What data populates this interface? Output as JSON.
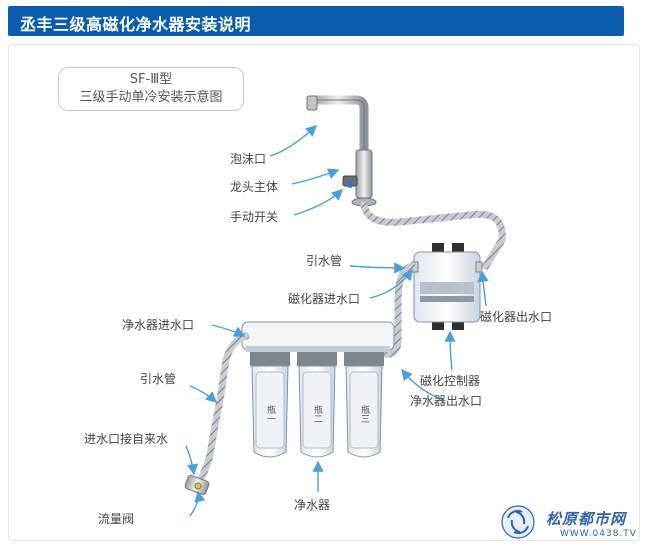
{
  "header": {
    "title": "丞丰三级高磁化净水器安装说明"
  },
  "model_box": {
    "line1": "SF-Ⅲ型",
    "line2": "三级手动单冷安装示意图"
  },
  "labels": {
    "foam_outlet": "泡沫口",
    "faucet_body": "龙头主体",
    "manual_switch": "手动开关",
    "inlet_pipe_top": "引水管",
    "magnetizer_inlet": "磁化器进水口",
    "magnetizer_outlet": "磁化器出水口",
    "purifier_inlet": "净水器进水口",
    "inlet_pipe_left": "引水管",
    "magnetic_controller": "磁化控制器",
    "purifier_outlet": "净水器出水口",
    "tap_water_inlet": "进水口接自来水",
    "purifier": "净水器",
    "flow_valve": "流量阀"
  },
  "filters": [
    {
      "label": "瓶一"
    },
    {
      "label": "瓶二"
    },
    {
      "label": "瓶三"
    }
  ],
  "watermark": {
    "name": "松原都市网",
    "url": "WWW.0438.TV"
  },
  "colors": {
    "header": "#0b5cad",
    "arrow": "#4a9fd8",
    "pipe": "#8a8f96",
    "watermark": "#2f64a6"
  }
}
